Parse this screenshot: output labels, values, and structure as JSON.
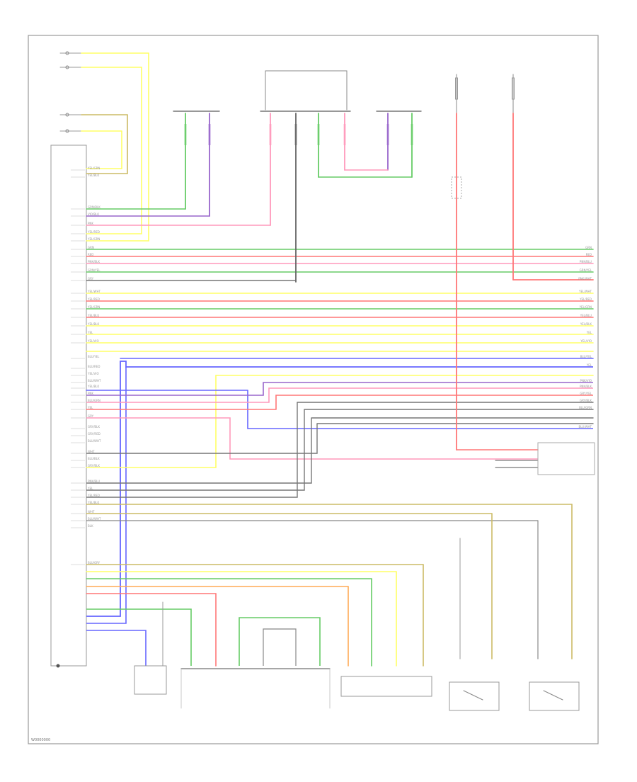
{
  "diagram": {
    "page_id": "W0000000",
    "colors": {
      "frame": "#8a8a8a",
      "text": "#8a8a8a",
      "green": "#66cc66",
      "violet": "#9966cc",
      "pink": "#ff99bb",
      "yellow": "#ffff66",
      "red": "#ff7777",
      "blue": "#6666ff",
      "gray": "#999999",
      "tan": "#ccbb66",
      "orange": "#ffaa55",
      "dark": "#555555"
    },
    "left_wires": [
      {
        "label": "YEL/GRN",
        "color": "yellow"
      },
      {
        "label": "YEL/BLK",
        "color": "yellow"
      },
      {
        "label": "GRN/BLK",
        "color": "green"
      },
      {
        "label": "VIO/BLK",
        "color": "violet"
      },
      {
        "label": "PNK",
        "color": "pink"
      },
      {
        "label": "YEL/RED",
        "color": "yellow"
      },
      {
        "label": "YEL/GRN",
        "color": "yellow"
      },
      {
        "label": "GRN",
        "color": "green"
      },
      {
        "label": "RED",
        "color": "red"
      },
      {
        "label": "PNK/BLK",
        "color": "pink"
      },
      {
        "label": "GRN/YEL",
        "color": "green"
      },
      {
        "label": "GRY",
        "color": "gray"
      },
      {
        "label": "YEL/WHT",
        "color": "yellow"
      },
      {
        "label": "YEL/RED",
        "color": "red"
      },
      {
        "label": "YEL/GRN",
        "color": "green"
      },
      {
        "label": "YEL/BLU",
        "color": "red"
      },
      {
        "label": "YEL/BLK",
        "color": "yellow"
      },
      {
        "label": "YEL",
        "color": "yellow"
      },
      {
        "label": "YEL/VIO",
        "color": "yellow"
      },
      {
        "label": "BLU/YEL",
        "color": "blue"
      },
      {
        "label": "BLU/RED",
        "color": "red"
      },
      {
        "label": "YEL/VIO",
        "color": "yellow"
      },
      {
        "label": "BLU/WHT",
        "color": "violet"
      },
      {
        "label": "YEL/BLK",
        "color": "pink"
      },
      {
        "label": "PNK",
        "color": "pink"
      },
      {
        "label": "BLU/GRN",
        "color": "gray"
      },
      {
        "label": "YEL",
        "color": "yellow"
      },
      {
        "label": "GRY",
        "color": "gray"
      },
      {
        "label": "GRY/BLK",
        "color": "gray"
      },
      {
        "label": "GRY/RED",
        "color": "gray"
      },
      {
        "label": "BLU/WHT",
        "color": "tan"
      },
      {
        "label": "WHT",
        "color": "tan"
      },
      {
        "label": "BLU/BLK",
        "color": "gray"
      },
      {
        "label": "GRY/BLK",
        "color": "gray"
      },
      {
        "label": "PNK/BLU",
        "color": "tan"
      },
      {
        "label": "YEL",
        "color": "yellow"
      },
      {
        "label": "YEL/RED",
        "color": "green"
      },
      {
        "label": "YEL/BLK",
        "color": "orange"
      },
      {
        "label": "WHT",
        "color": "pink"
      },
      {
        "label": "BLU/WHT",
        "color": "blue"
      },
      {
        "label": "BLK",
        "color": "gray"
      },
      {
        "label": "BLU/GRY",
        "color": "blue"
      }
    ],
    "right_wires": [
      {
        "label": "GRN",
        "color": "green"
      },
      {
        "label": "RED",
        "color": "red"
      },
      {
        "label": "PNK/BLU",
        "color": "pink"
      },
      {
        "label": "GRN/YEL",
        "color": "green"
      },
      {
        "label": "PNK/WHT",
        "color": "pink"
      },
      {
        "label": "YEL/WHT",
        "color": "yellow"
      },
      {
        "label": "YEL/RED",
        "color": "red"
      },
      {
        "label": "YEL/GRN",
        "color": "green"
      },
      {
        "label": "YEL/BLU",
        "color": "red"
      },
      {
        "label": "YEL/BLK",
        "color": "yellow"
      },
      {
        "label": "YEL",
        "color": "yellow"
      },
      {
        "label": "YEL/VIO",
        "color": "yellow"
      },
      {
        "label": "BLU/YEL",
        "color": "blue"
      },
      {
        "label": "YEL",
        "color": "yellow"
      },
      {
        "label": "PNK/VIO",
        "color": "violet"
      },
      {
        "label": "PNK/BLK",
        "color": "pink"
      },
      {
        "label": "GRY/YEL",
        "color": "gray"
      },
      {
        "label": "GRY/BLK",
        "color": "gray"
      },
      {
        "label": "BLU/GRN",
        "color": "gray"
      },
      {
        "label": "BLU/WHT",
        "color": "gray"
      }
    ]
  }
}
